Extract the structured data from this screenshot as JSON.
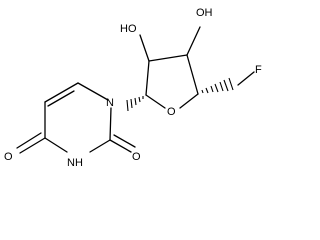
{
  "diagram": {
    "type": "chemical-structure",
    "atom_labels": {
      "ho_left": "HO",
      "oh_right": "OH",
      "fluorine": "F",
      "n1": "N",
      "ring_oxygen": "O",
      "nh": "NH",
      "carbonyl_o4": "O",
      "carbonyl_o2": "O"
    },
    "bond_color": "#000000"
  }
}
